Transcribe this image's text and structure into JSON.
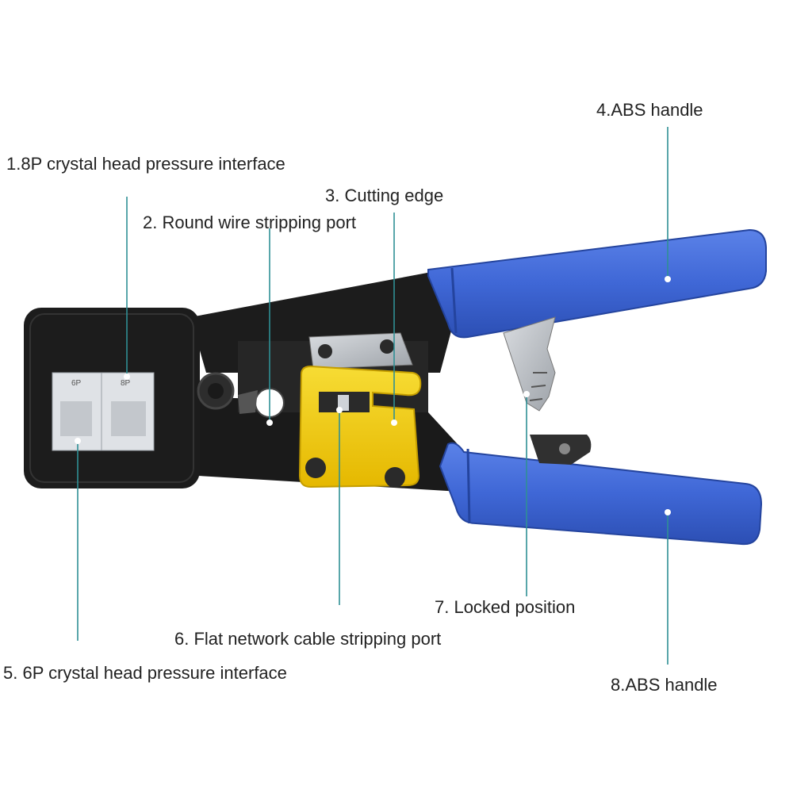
{
  "labels": {
    "l1": "1.8P crystal head pressure interface",
    "l2": "2. Round wire stripping port",
    "l3": "3. Cutting edge",
    "l4": "4.ABS handle",
    "l5": "5. 6P crystal head pressure interface",
    "l6": "6. Flat network cable stripping port",
    "l7": "7. Locked position",
    "l8": "8.ABS handle",
    "die_mark_6p": "6P",
    "die_mark_8p": "8P"
  },
  "colors": {
    "handle_blue": "#3f67d6",
    "handle_dark": "#2c4fb4",
    "body_black": "#1c1c1c",
    "stripper_yellow": "#f1cd0c",
    "leader_teal": "#2f8f95",
    "steel": "#b8bcc2"
  },
  "icons": {
    "screw": "phillips-screw-icon",
    "pivot": "pivot-bolt-icon"
  }
}
